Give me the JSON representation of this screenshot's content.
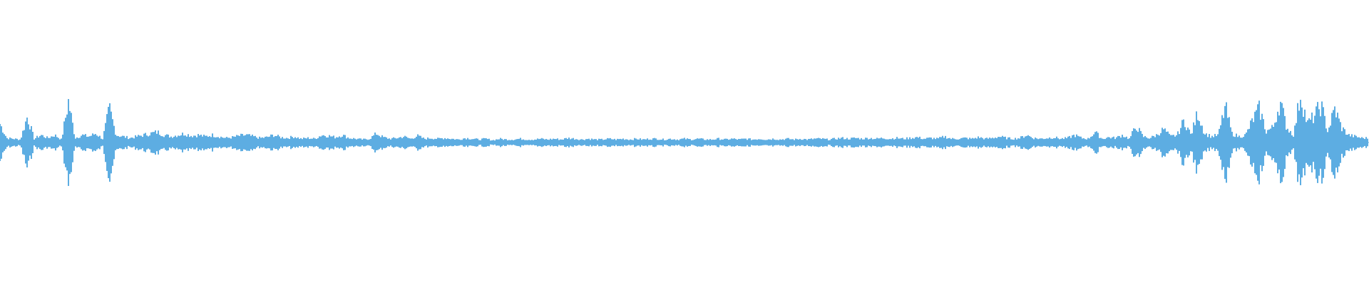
{
  "waveform": {
    "color": "#5dade2",
    "background": "#ffffff",
    "amplitude_envelope": [
      0.25,
      0.06,
      0.05,
      0.04,
      0.35,
      0.05,
      0.1,
      0.06,
      0.1,
      0.04,
      0.55,
      0.06,
      0.1,
      0.08,
      0.12,
      0.05,
      0.45,
      0.1,
      0.08,
      0.06,
      0.08,
      0.1,
      0.12,
      0.14,
      0.1,
      0.08,
      0.1,
      0.12,
      0.09,
      0.1,
      0.08,
      0.1,
      0.08,
      0.06,
      0.07,
      0.09,
      0.1,
      0.08,
      0.06,
      0.07,
      0.1,
      0.07,
      0.06,
      0.08,
      0.05,
      0.06,
      0.05,
      0.1,
      0.09,
      0.07,
      0.1,
      0.06,
      0.05,
      0.04,
      0.05,
      0.12,
      0.07,
      0.05,
      0.06,
      0.08,
      0.05,
      0.09,
      0.05,
      0.06,
      0.05,
      0.06,
      0.05,
      0.04,
      0.06,
      0.05,
      0.04,
      0.05,
      0.03,
      0.05,
      0.04,
      0.04,
      0.05,
      0.04,
      0.04,
      0.05,
      0.04,
      0.05,
      0.04,
      0.06,
      0.05,
      0.04,
      0.05,
      0.04,
      0.04,
      0.05,
      0.04,
      0.05,
      0.04,
      0.05,
      0.04,
      0.05,
      0.05,
      0.04,
      0.05,
      0.04,
      0.05,
      0.04,
      0.05,
      0.04,
      0.04,
      0.05,
      0.04,
      0.05,
      0.04,
      0.05,
      0.04,
      0.05,
      0.04,
      0.05,
      0.04,
      0.05,
      0.04,
      0.05,
      0.04,
      0.05,
      0.05,
      0.04,
      0.05,
      0.06,
      0.05,
      0.06,
      0.05,
      0.06,
      0.05,
      0.06,
      0.05,
      0.06,
      0.05,
      0.06,
      0.07,
      0.05,
      0.06,
      0.05,
      0.08,
      0.05,
      0.05,
      0.06,
      0.05,
      0.07,
      0.05,
      0.06,
      0.08,
      0.06,
      0.05,
      0.06,
      0.1,
      0.06,
      0.05,
      0.06,
      0.07,
      0.05,
      0.06,
      0.1,
      0.06,
      0.05,
      0.14,
      0.05,
      0.07,
      0.06,
      0.1,
      0.05,
      0.22,
      0.08,
      0.06,
      0.1,
      0.18,
      0.08,
      0.1,
      0.3,
      0.1,
      0.4,
      0.12,
      0.08,
      0.1,
      0.48,
      0.12,
      0.08,
      0.1,
      0.3,
      0.45,
      0.15,
      0.2,
      0.55,
      0.2,
      0.1,
      0.65,
      0.25,
      0.35,
      0.5,
      0.15,
      0.45,
      0.2,
      0.1,
      0.08,
      0.06
    ]
  }
}
